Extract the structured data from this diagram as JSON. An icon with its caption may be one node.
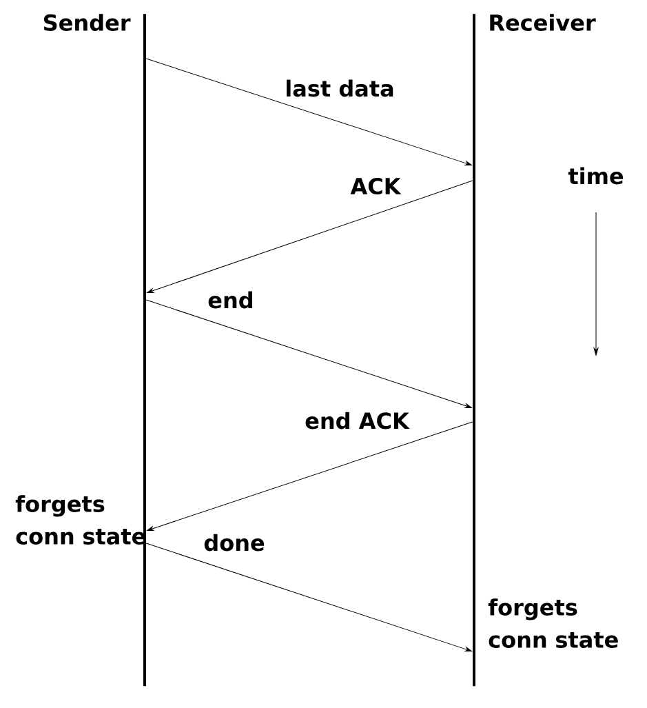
{
  "diagram": {
    "nodes": [
      {
        "text": [
          "Sender"
        ]
      },
      {
        "text": [
          "Receiver"
        ]
      }
    ],
    "edges": [
      {
        "from": 0,
        "to": 1,
        "arrow": "to",
        "label": "last data"
      },
      {
        "from": 1,
        "to": 0,
        "arrow": "to",
        "label": "ACK"
      },
      {
        "from": 0,
        "to": 1,
        "arrow": "to",
        "label": "end"
      },
      {
        "from": 1,
        "to": 0,
        "arrow": "to",
        "label": "end ACK"
      },
      {
        "from": 0,
        "to": 1,
        "arrow": "to",
        "label": "done"
      }
    ],
    "labels": [
      "time",
      "forgets conn state",
      "forgets conn state"
    ]
  }
}
